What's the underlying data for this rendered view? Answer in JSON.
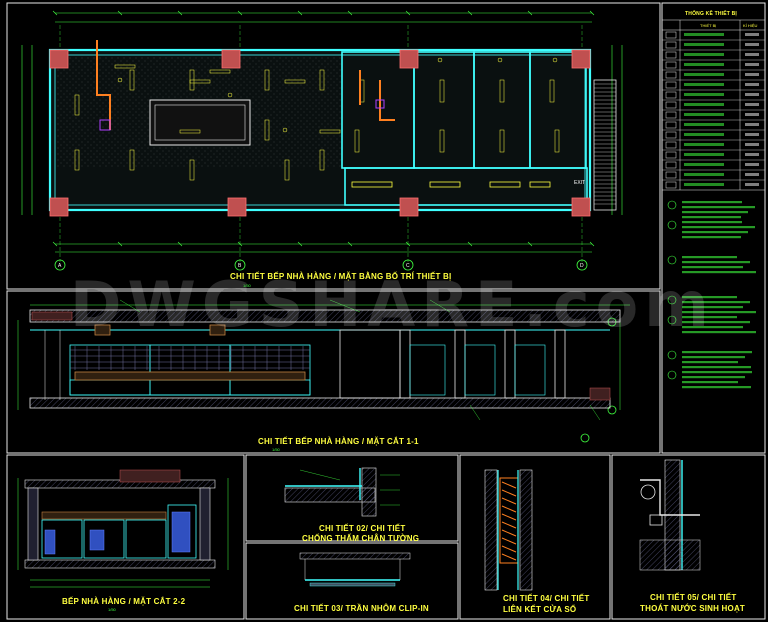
{
  "titles": {
    "plan": "CHI TIẾT BẾP NHÀ HÀNG / MẶT BẰNG BỐ TRÍ THIẾT BỊ",
    "section11": "CHI TIẾT BẾP NHÀ HÀNG / MẶT CẮT 1-1",
    "section22": "BẾP NHÀ HÀNG / MẶT CẮT 2-2",
    "detail02_l1": "CHI TIẾT 02/ CHI TIẾT",
    "detail02_l2": "CHỐNG THẤM CHÂN TƯỜNG",
    "detail03": "CHI TIẾT 03/ TRẦN NHÔM CLIP-IN",
    "detail04_l1": "CHI TIẾT 04/ CHI TIẾT",
    "detail04_l2": "LIÊN KẾT CỬA SỔ",
    "detail05_l1": "CHI TIẾT 05/ CHI TIẾT",
    "detail05_l2": "THOÁT NƯỚC SINH HOẠT"
  },
  "legend": {
    "title": "THỐNG KÊ THIẾT BỊ",
    "col_device": "THIẾT BỊ",
    "col_code": "KÍ HIỆU"
  },
  "grid_axes": [
    "A",
    "B",
    "C",
    "D"
  ],
  "scale_label": "1/50",
  "exit_label": "EXIT",
  "watermark": "DWGSHARE.com",
  "colors": {
    "background": "#000000",
    "frame": "#e8e8e8",
    "wall": "#40ffff",
    "dimension": "#40ff40",
    "title": "#ffff40",
    "column": "#c05050",
    "pipe": "#ff8020",
    "accent_purple": "#b040ff",
    "hatch": "#7070a0"
  }
}
